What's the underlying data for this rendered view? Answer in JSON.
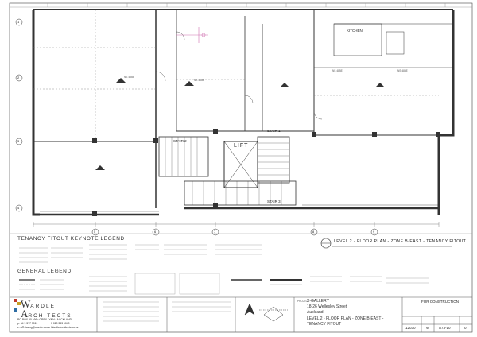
{
  "drawing": {
    "room_labels": {
      "lift": "LIFT",
      "stair_1": "STAIR 1",
      "stair_2": "STAIR 2",
      "stair_3": "STAIR 3",
      "kitchen": "KITCHEN"
    },
    "grid_bubbles": [
      "1",
      "2",
      "3",
      "4",
      "5",
      "6",
      "7",
      "8",
      "9"
    ],
    "level_markers": [
      "NS 485E",
      "NS 485E",
      "NS 485E",
      "NS 485E"
    ]
  },
  "legends": {
    "keynote_title": "TENANCY FITOUT KEYNOTE LEGEND",
    "general_title": "GENERAL LEGEND"
  },
  "sheet_title_small": "LEVEL 2 - FLOOR PLAN - ZONE B-EAST - TENANCY FITOUT",
  "architect": {
    "logo_top": "W",
    "logo_top_rest": "ARDLE",
    "logo_bottom": "A",
    "logo_bottom_rest": "RCHITECTS",
    "address_1": "PO BOX 90 166 • GREY LYNN • AUCKLAND",
    "address_2": "p: 64 9 377 3011",
    "address_3": "f: 029 333 1049",
    "email": "e: AR.lissing@wardle.co.nz",
    "web": "WardleArchitects.co.nz"
  },
  "project": {
    "label": "PROJECT",
    "name": "X-GALLERY",
    "address": "18-26 Wellesley Street",
    "city": "Auckland",
    "sheet_title_1": "LEVEL 2 - FLOOR PLAN - ZONE B-EAST -",
    "sheet_title_2": "TENANCY FITOUT"
  },
  "status": {
    "label": "FOR CONSTRUCTION",
    "job_no": "12030",
    "sheet_prefix": "W",
    "sheet_no": "A73-10",
    "revision": "0"
  },
  "colors": {
    "line": "#333333",
    "pink_note": "#d070b0",
    "background": "#ffffff"
  }
}
